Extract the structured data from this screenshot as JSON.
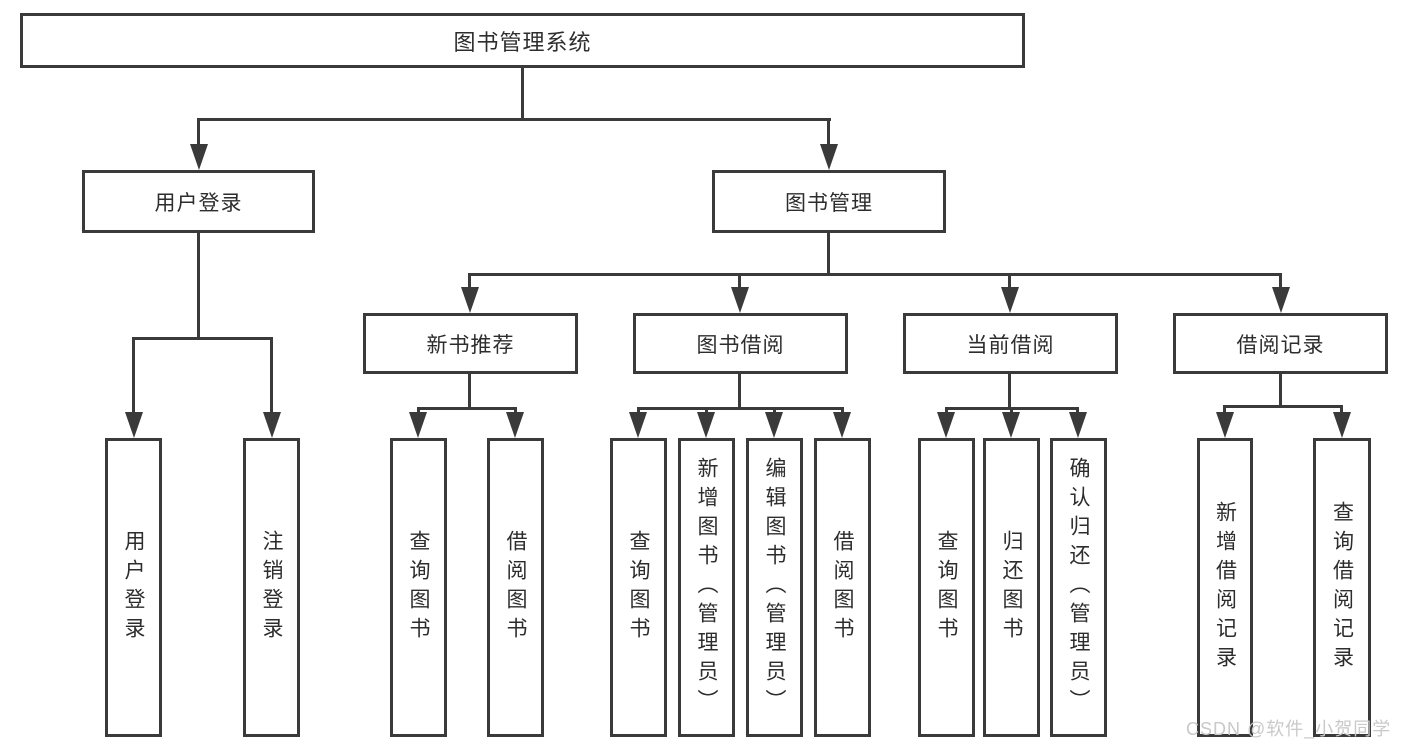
{
  "colors": {
    "line": "#3a3a3a",
    "text": "#2d2d2d",
    "watermark_color": "#c9c9c9",
    "background": "#ffffff"
  },
  "diagram": {
    "root": {
      "label": "图书管理系统"
    },
    "level2": {
      "user_login": {
        "label": "用户登录"
      },
      "book_mgmt": {
        "label": "图书管理"
      }
    },
    "level3": {
      "new_books": {
        "label": "新书推荐"
      },
      "book_borrow": {
        "label": "图书借阅"
      },
      "current_borrow": {
        "label": "当前借阅"
      },
      "borrow_records": {
        "label": "借阅记录"
      }
    },
    "leaves": {
      "user_login_leaf": {
        "label": "用户登录"
      },
      "logout": {
        "label": "注销登录"
      },
      "nb_query_books": {
        "label": "查询图书"
      },
      "nb_borrow_books": {
        "label": "借阅图书"
      },
      "bb_query_books": {
        "label": "查询图书"
      },
      "bb_add_books": {
        "label": "新增图书（管理员）"
      },
      "bb_edit_books": {
        "label": "编辑图书（管理员）"
      },
      "bb_borrow_books": {
        "label": "借阅图书"
      },
      "cb_query_books": {
        "label": "查询图书"
      },
      "cb_return_books": {
        "label": "归还图书"
      },
      "cb_confirm_return": {
        "label": "确认归还（管理员）"
      },
      "br_add_record": {
        "label": "新增借阅记录"
      },
      "br_query_record": {
        "label": "查询借阅记录"
      }
    }
  },
  "watermark": {
    "text": "CSDN @软件_小贺同学"
  }
}
